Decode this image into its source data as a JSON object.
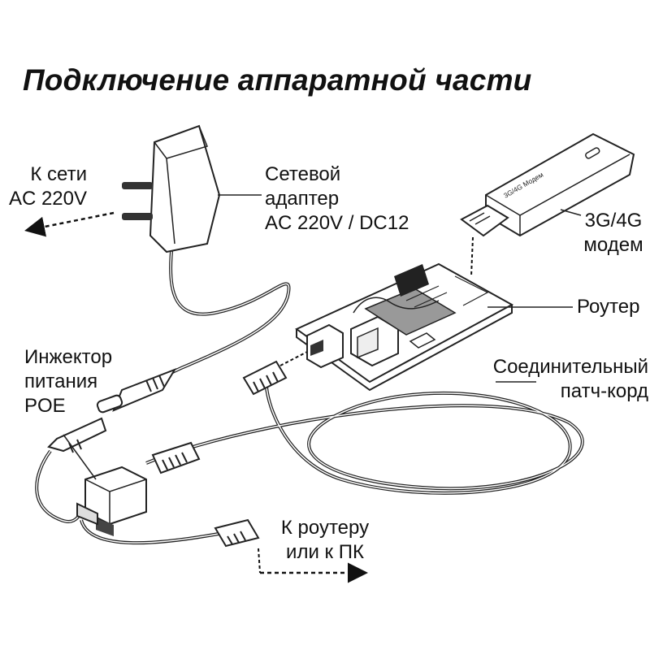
{
  "title": "Подключение аппаратной части",
  "labels": {
    "mains": [
      "К сети",
      "AC 220V"
    ],
    "adapter": [
      "Сетевой",
      "адаптер",
      "AC 220V / DC12"
    ],
    "modem": [
      "3G/4G",
      "модем"
    ],
    "router": "Роутер",
    "injector": [
      "Инжектор",
      "питания",
      "POE"
    ],
    "patch_cord": [
      "Соединительный",
      "патч-корд"
    ],
    "to_router": [
      "К роутеру",
      "или к ПК"
    ],
    "modem_print": "3G/4G Модем"
  }
}
